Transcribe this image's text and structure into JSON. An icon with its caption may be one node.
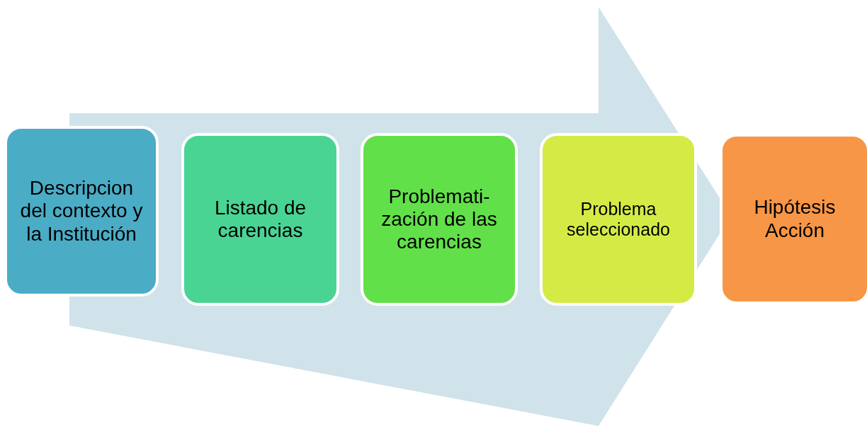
{
  "diagram": {
    "nodes": [
      {
        "text": [
          "Descripcion del contexto y la Institución"
        ]
      },
      {
        "text": [
          "Listado de carencias"
        ]
      },
      {
        "text": [
          "Problemati- zación de las carencias"
        ]
      },
      {
        "text": [
          "Problema seleccionado"
        ]
      },
      {
        "text": [
          "Hipótesis Acción"
        ]
      }
    ]
  }
}
